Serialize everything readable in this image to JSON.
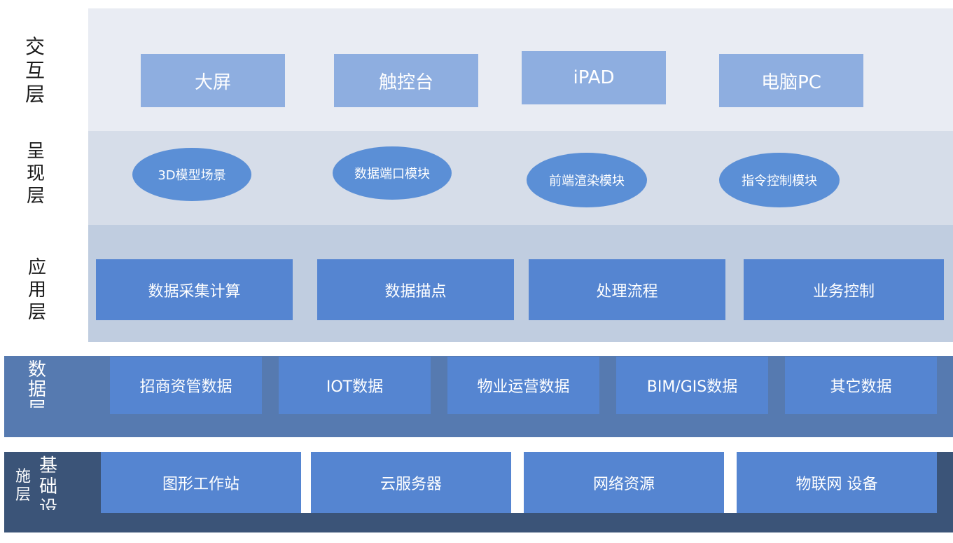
{
  "layers": {
    "interaction": {
      "label": [
        "交",
        "互",
        "层"
      ],
      "items": [
        "大屏",
        "触控台",
        "iPAD",
        "电脑PC"
      ]
    },
    "presentation": {
      "label": [
        "呈",
        "现",
        "层"
      ],
      "items": [
        "3D模型场景",
        "数据端口模块",
        "前端渲染模块",
        "指令控制模块"
      ]
    },
    "application": {
      "label": [
        "应",
        "用",
        "层"
      ],
      "items": [
        "数据采集计算",
        "数据描点",
        "处理流程",
        "业务控制"
      ]
    },
    "data": {
      "label": [
        "数",
        "据",
        "层"
      ],
      "items": [
        "招商资管数据",
        "IOT数据",
        "物业运营数据",
        "BIM/GIS数据",
        "其它数据"
      ]
    },
    "infrastructure": {
      "label_left": [
        "施",
        "层"
      ],
      "label_right": [
        "基",
        "础",
        "设"
      ],
      "items": [
        "图形工作站",
        "云服务器",
        "网络资源",
        "物联网 设备"
      ]
    }
  },
  "colors": {
    "interaction_band": "#e9ecf3",
    "interaction_box": "#8eaee0",
    "presentation_band": "#d6dde9",
    "presentation_ellipse": "#5b8fd6",
    "application_band": "#c0cde0",
    "application_box": "#5585d1",
    "data_band": "#567ab0",
    "data_box": "#5585d1",
    "infra_band": "#3b5478",
    "infra_box": "#5585d1"
  }
}
